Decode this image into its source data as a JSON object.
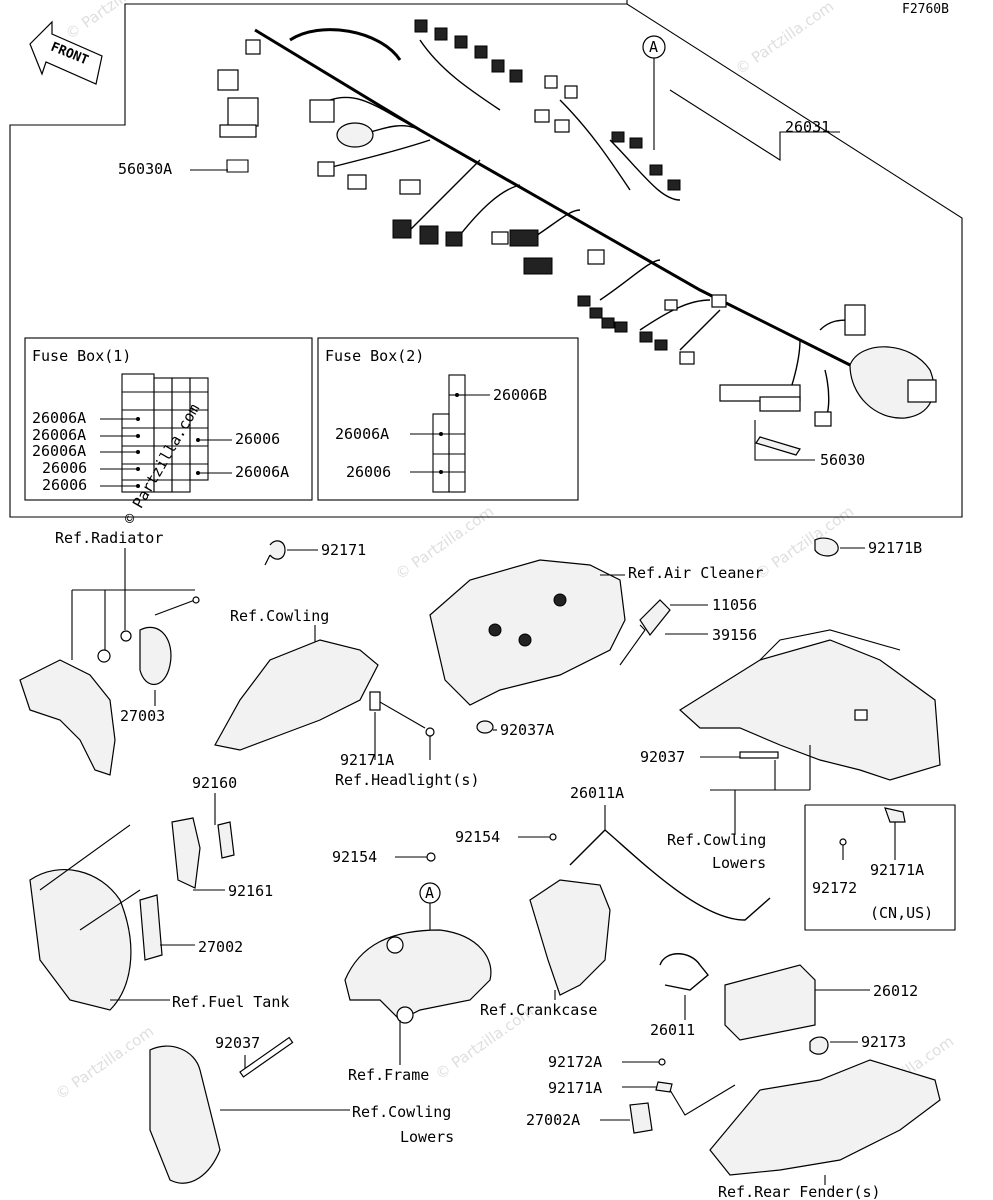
{
  "figure_code": "F2760B",
  "front_label": "FRONT",
  "copyright_text": "© Partzilla.com",
  "watermark_text": "© Partzilla.com",
  "fuse_box_1": {
    "title": "Fuse Box(1)",
    "labels": [
      "26006A",
      "26006A",
      "26006A",
      "26006",
      "26006"
    ],
    "right_labels": [
      "26006",
      "26006A"
    ]
  },
  "fuse_box_2": {
    "title": "Fuse Box(2)",
    "labels": [
      "26006B",
      "26006A",
      "26006"
    ]
  },
  "labels": {
    "l26031": "26031",
    "l56030A": "56030A",
    "l56030": "56030",
    "callout_a": "A",
    "callout_a2": "A",
    "ref_radiator": "Ref.Radiator",
    "l92171": "92171",
    "l92171B": "92171B",
    "ref_air_cleaner": "Ref.Air Cleaner",
    "l11056": "11056",
    "l39156": "39156",
    "ref_cowling": "Ref.Cowling",
    "l27003": "27003",
    "l92171A": "92171A",
    "ref_headlight": "Ref.Headlight(s)",
    "l92037A": "92037A",
    "l92037": "92037",
    "ref_cowling_lowers_1": "Ref.Cowling",
    "ref_cowling_lowers_2": "Lowers",
    "l92172": "92172",
    "l92171A_b": "92171A",
    "cn_us": "(CN,US)",
    "l92160": "92160",
    "l92161": "92161",
    "l27002": "27002",
    "ref_fuel_tank": "Ref.Fuel Tank",
    "l92154": "92154",
    "l92154_b": "92154",
    "l26011A": "26011A",
    "ref_crankcase": "Ref.Crankcase",
    "l26012": "26012",
    "l26011": "26011",
    "ref_frame": "Ref.Frame",
    "l92037_b": "92037",
    "ref_cowling_lowers_b1": "Ref.Cowling",
    "ref_cowling_lowers_b2": "Lowers",
    "l92173": "92173",
    "l92172A": "92172A",
    "l92171A_c": "92171A",
    "l27002A": "27002A",
    "ref_rear_fender": "Ref.Rear Fender(s)"
  }
}
